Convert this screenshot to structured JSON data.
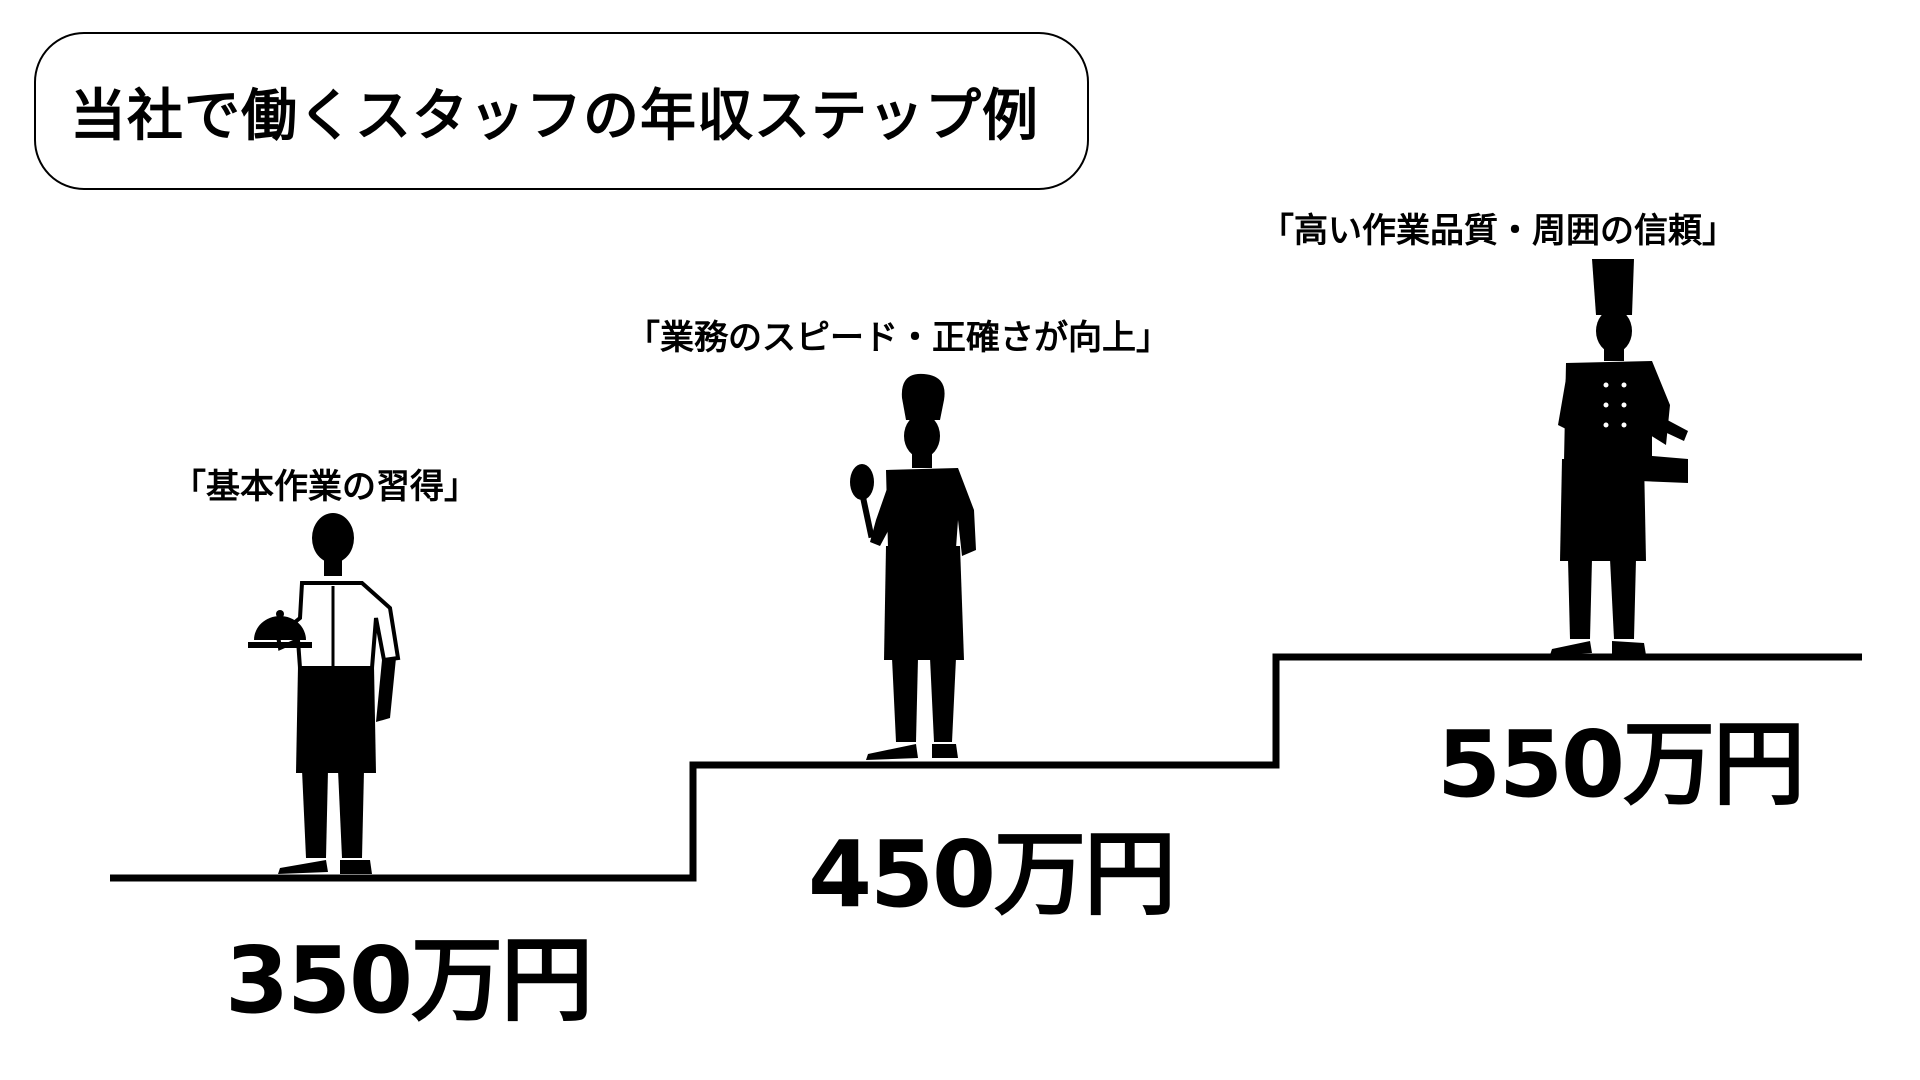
{
  "title": "当社で働くスタッフの年収ステップ例",
  "steps": [
    {
      "caption": "「基本作業の習得」",
      "salary": "350万円",
      "figure_icon": "waiter-silhouette-icon"
    },
    {
      "caption": "「業務のスピード・正確さが向上」",
      "salary": "450万円",
      "figure_icon": "cook-with-ladle-silhouette-icon"
    },
    {
      "caption": "「高い作業品質・周囲の信頼」",
      "salary": "550万円",
      "figure_icon": "head-chef-silhouette-icon"
    }
  ],
  "colors": {
    "foreground": "#000000",
    "background": "#ffffff"
  }
}
